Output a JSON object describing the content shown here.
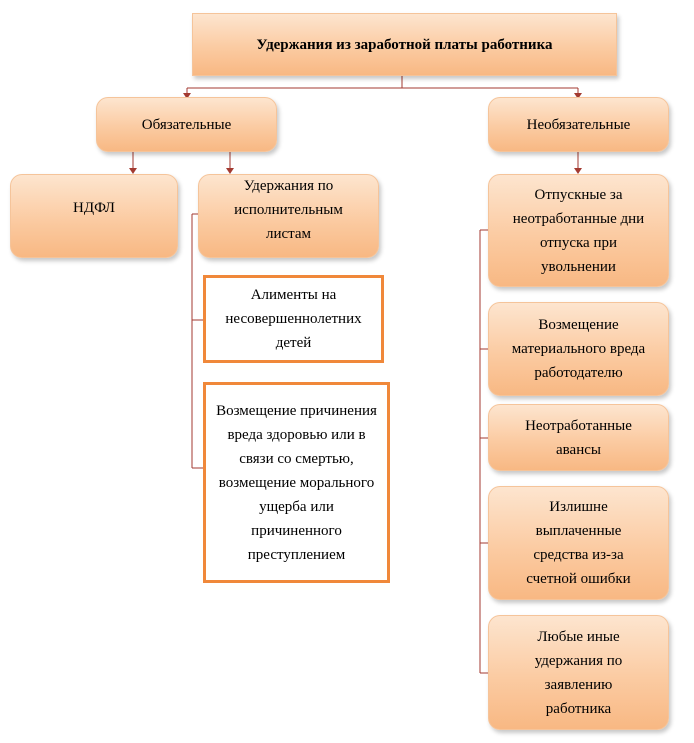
{
  "root": "Удержания из заработной платы работника",
  "mandatory": {
    "title": "Обязательные",
    "ndfl": "НДФЛ",
    "writs": "Удержания по исполнительным листам",
    "alimony": "Алименты на несовершеннолетних детей",
    "harm": "Возмещение причинения вреда здоровью или в связи со смертью, возмещение морального ущерба или причиненного преступлением"
  },
  "optional": {
    "title": "Необязательные",
    "items": [
      "Отпускные за неотработанные дни отпуска при увольнении",
      "Возмещение материального вреда работодателю",
      "Неотработанные авансы",
      "Излишне выплаченные средства из-за счетной ошибки",
      "Любые иные удержания по заявлению работника"
    ]
  },
  "colors": {
    "box_fill_top": "#fde5cf",
    "box_fill_bottom": "#f8b883",
    "outline_orange": "#f0883a",
    "connector": "#a33a31"
  }
}
